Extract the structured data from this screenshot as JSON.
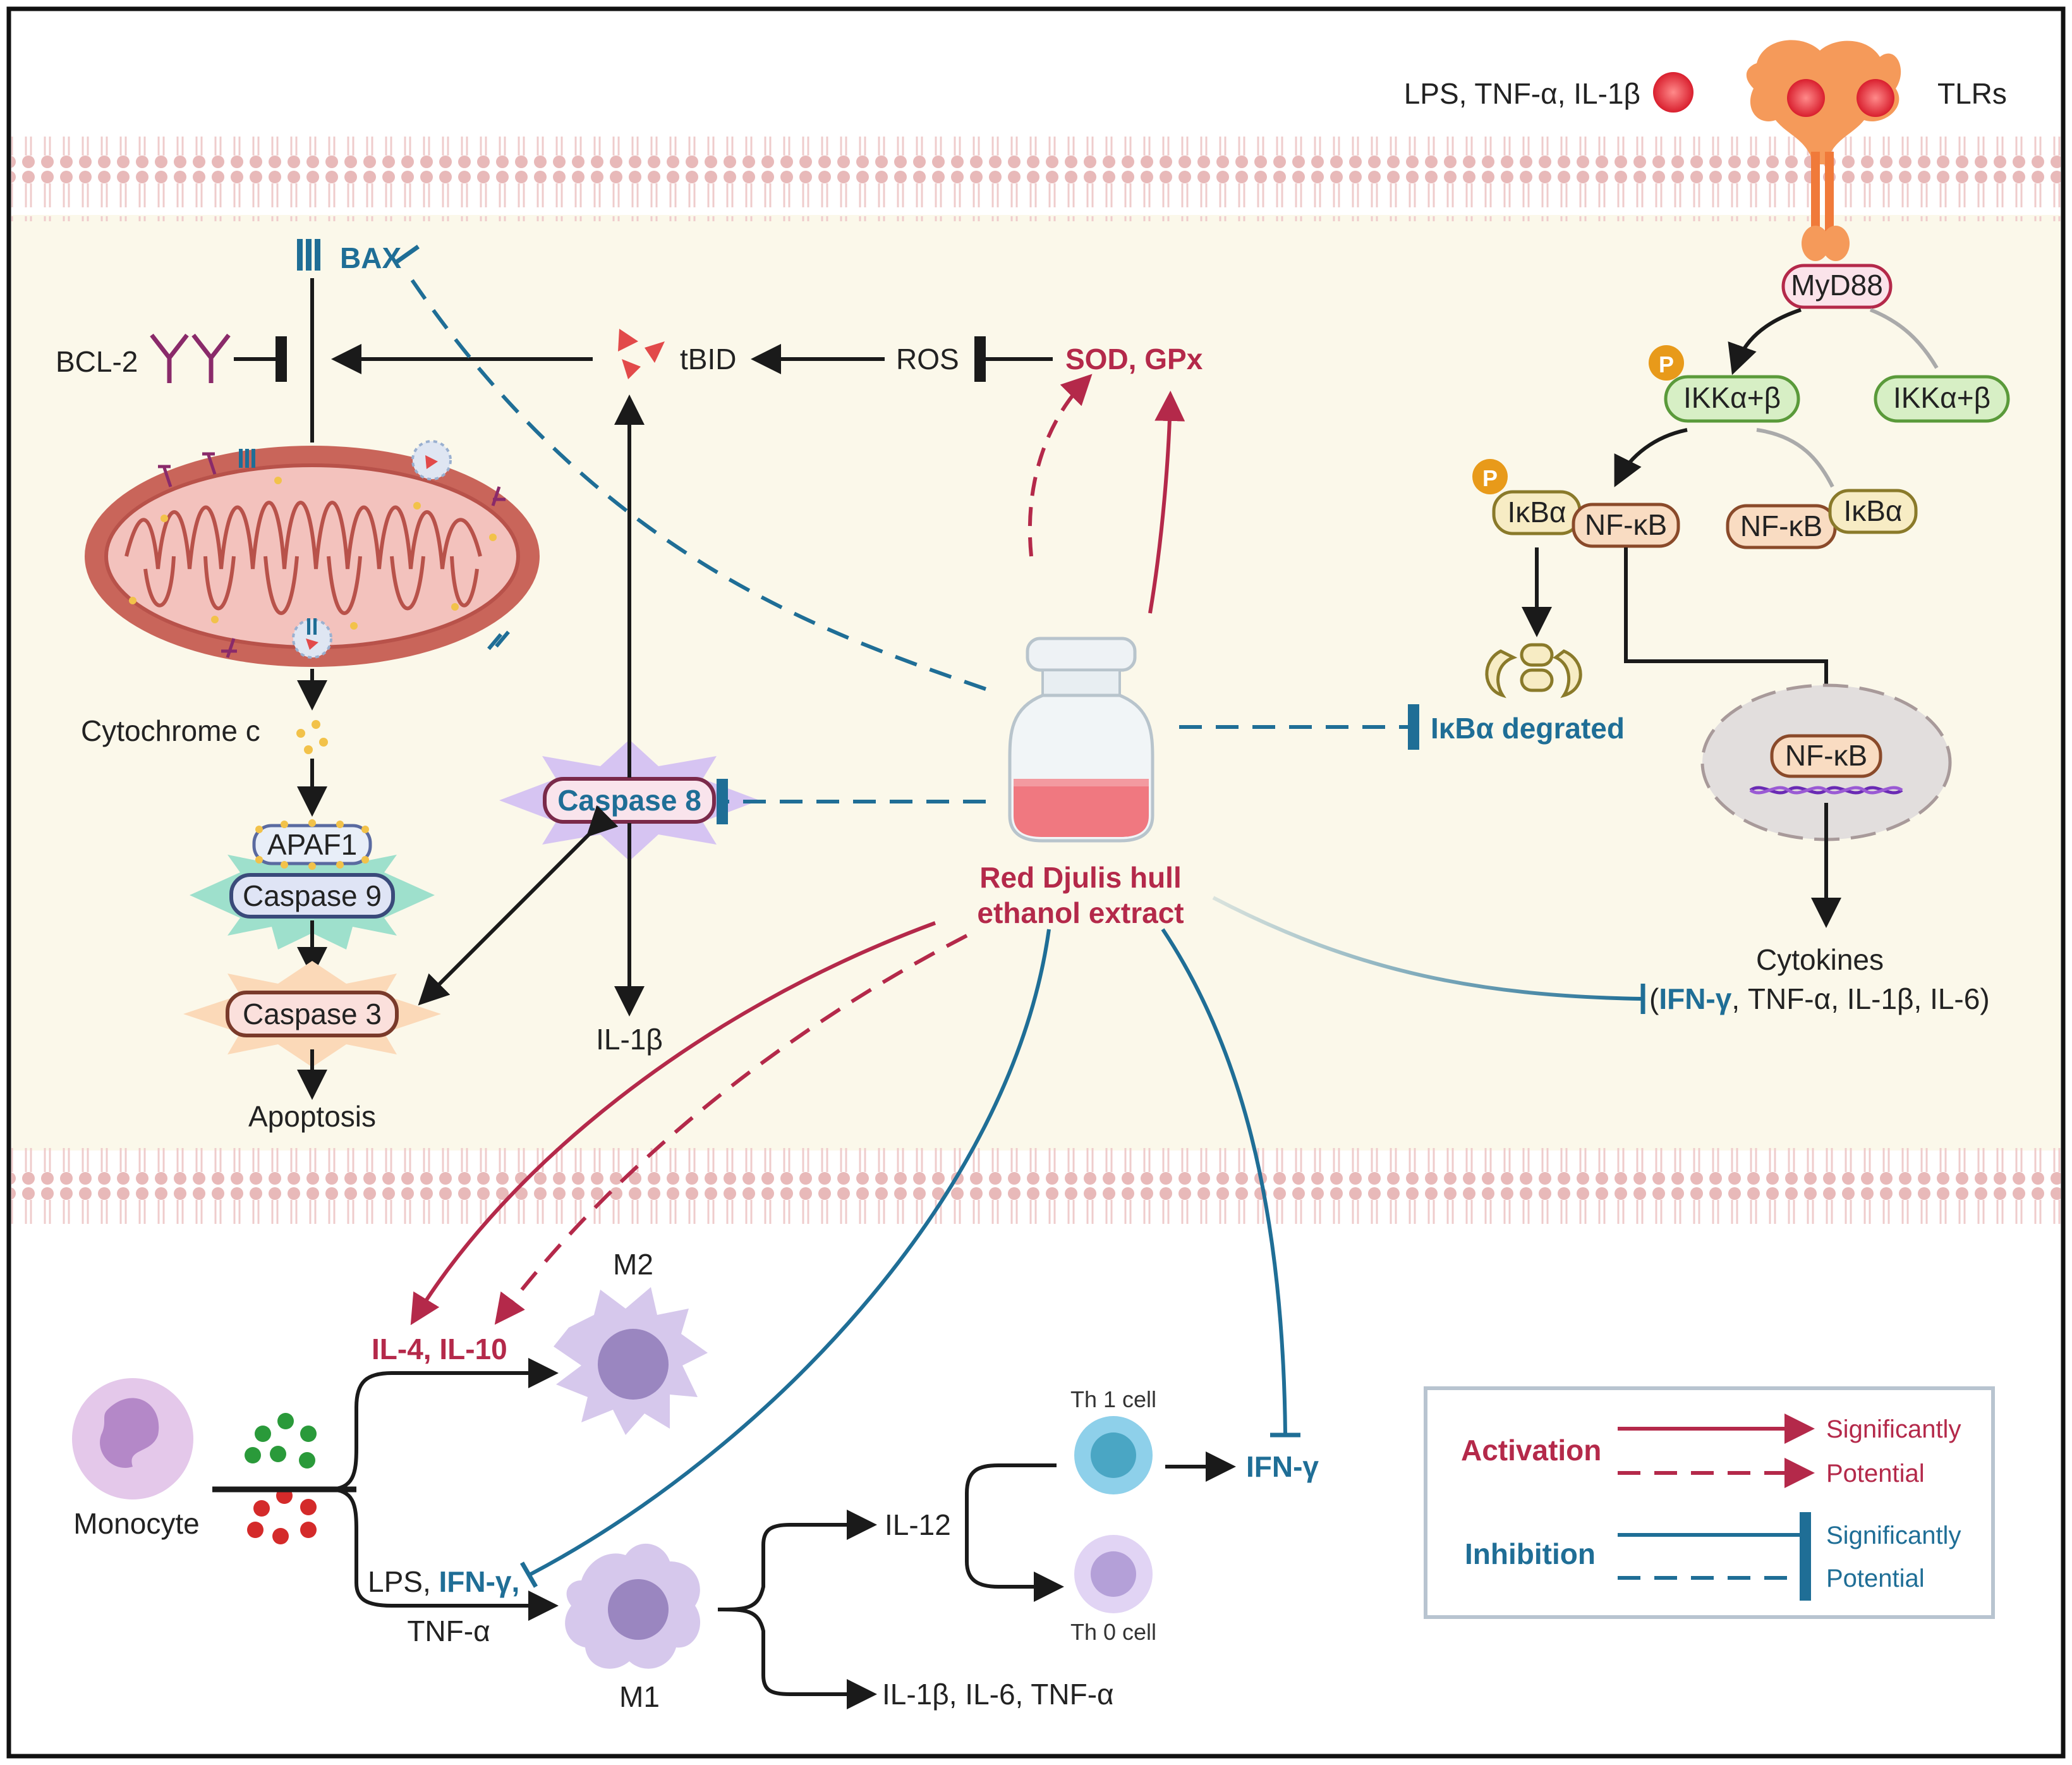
{
  "labels": {
    "lps_tnf_il1b": "LPS, TNF-α, IL-1β",
    "tlrs": "TLRs",
    "myd88": "MyD88",
    "ikk_p": "IKKα+β",
    "ikk": "IKKα+β",
    "ikba_p": "IκBα",
    "nfkb_a": "NF-κB",
    "nfkb_b": "NF-κB",
    "ikba_b": "IκBα",
    "p": "P",
    "ikba_degraded": "IκBα degrated",
    "nfkb_nucleus": "NF-κB",
    "cytokines": "Cytokines",
    "cytokines_paren_open": "(",
    "cytokines_ifn": "IFN-γ",
    "cytokines_rest": ", TNF-α, IL-1β, IL-6)",
    "bax": "BAX",
    "bcl2": "BCL-2",
    "tbid": "tBID",
    "ros": "ROS",
    "sod_gpx": "SOD, GPx",
    "cytochrome_c": "Cytochrome c",
    "apaf1": "APAF1",
    "caspase9": "Caspase 9",
    "caspase3": "Caspase 3",
    "apoptosis": "Apoptosis",
    "caspase8": "Caspase 8",
    "il1b": "IL-1β",
    "extract_line1": "Red Djulis hull",
    "extract_line2": "ethanol extract",
    "m2": "M2",
    "il4_il10": "IL-4, IL-10",
    "monocyte": "Monocyte",
    "lps_prefix": "LPS, ",
    "lps_ifn": "IFN-γ",
    "lps_comma": ",",
    "tnfa": "TNF-α",
    "m1": "M1",
    "il12": "IL-12",
    "th1": "Th 1 cell",
    "th0": "Th 0 cell",
    "ifn_gamma": "IFN-γ",
    "il1b_il6_tnfa": "IL-1β, IL-6, TNF-α"
  },
  "legend": {
    "activation": "Activation",
    "inhibition": "Inhibition",
    "significantly_1": "Significantly",
    "potential_1": "Potential",
    "significantly_2": "Significantly",
    "potential_2": "Potential"
  },
  "colors": {
    "activation": "#b4294a",
    "inhibition": "#1f6e96",
    "membrane": "#e6b3b3",
    "cytoplasm": "#fbf8ea"
  }
}
